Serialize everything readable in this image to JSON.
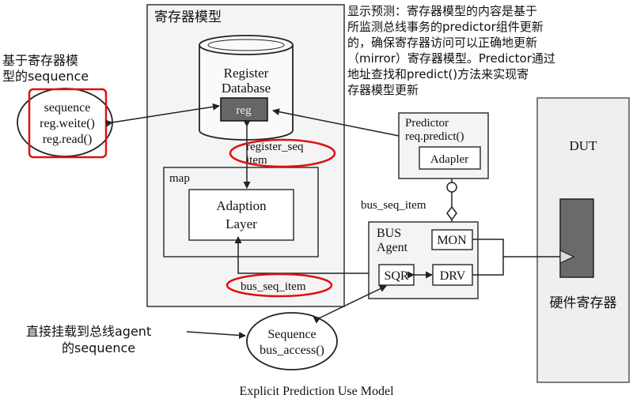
{
  "register_model": {
    "title": "寄存器模型"
  },
  "database": {
    "line1": "Register",
    "line2": "Database",
    "reg": "reg"
  },
  "map": {
    "title": "map",
    "adaption_line1": "Adaption",
    "adaption_line2": "Layer"
  },
  "labels": {
    "register_seq_item_line1": "register_seq",
    "register_seq_item_line2": "item",
    "bus_seq_item_top": "bus_seq_item",
    "bus_seq_item_bottom": "bus_seq_item"
  },
  "predictor": {
    "title": "Predictor",
    "method": "req.predict()",
    "adapter": "Adapler"
  },
  "bus_agent": {
    "title_line1": "BUS",
    "title_line2": "Agent",
    "mon": "MON",
    "drv": "DRV",
    "sqr": "SQR"
  },
  "dut": {
    "title": "DUT",
    "hw_label": "硬件寄存器"
  },
  "left_sequence": {
    "note_line1": "基于寄存器模",
    "note_line2": "型的sequence",
    "line1": "sequence",
    "line2": "reg.weite()",
    "line3": "reg.read()"
  },
  "bottom_sequence": {
    "note_line1": "直接挂载到总线agent",
    "note_line2": "的sequence",
    "line1": "Sequence",
    "line2": "bus_access()"
  },
  "explanation": {
    "line1": "显示预测：寄存器模型的内容是基于",
    "line2": "所监测总线事务的predictor组件更新",
    "line3": "的，确保寄存器访问可以正确地更新",
    "line4": "（mirror）寄存器模型。Predictor通过",
    "line5": "地址查找和predict()方法来实现寄",
    "line6": "存器模型更新"
  },
  "caption": "Explicit Prediction Use Model"
}
